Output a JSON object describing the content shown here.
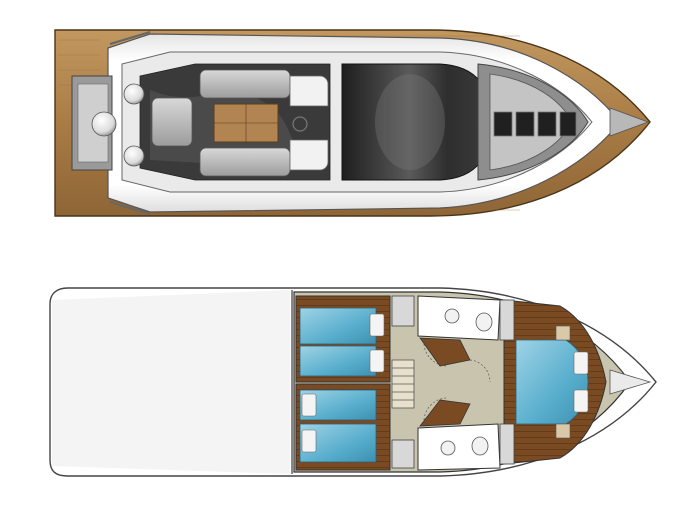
{
  "diagram": {
    "views": [
      {
        "id": "deck-plan",
        "kind": "top deck / exterior plan"
      },
      {
        "id": "lower-deck-plan",
        "kind": "lower deck / interior layout"
      }
    ]
  },
  "colors": {
    "teak": "#b0844e",
    "teak_dark": "#8e6536",
    "hull_white": "#fdfdfd",
    "outline": "#3a3a3a",
    "glass_dark": "#2a2a2a",
    "glass_mid": "#6d6d6d",
    "upholstery_grey": "#bdbdbd",
    "bed_blue": "#58aecd",
    "bed_blue_light": "#9fd3e6",
    "wood_floor": "#7a4a22",
    "interior_floor": "#c9c4ad",
    "pillow_white": "#f4f4f4"
  },
  "icons": [
    "helm-seat-icon",
    "steering-wheel-icon",
    "toilet-icon",
    "sink-icon",
    "staircase-icon",
    "door-swing-icon"
  ]
}
